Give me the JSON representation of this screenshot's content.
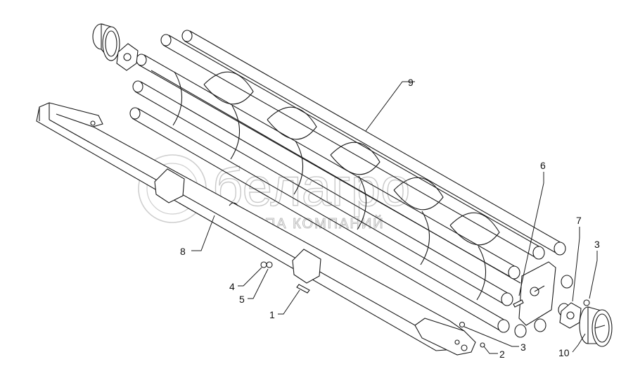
{
  "callouts": [
    {
      "id": "1",
      "text": "1"
    },
    {
      "id": "2",
      "text": "2"
    },
    {
      "id": "3a",
      "text": "3"
    },
    {
      "id": "3b",
      "text": "3"
    },
    {
      "id": "4",
      "text": "4"
    },
    {
      "id": "5",
      "text": "5"
    },
    {
      "id": "6",
      "text": "6"
    },
    {
      "id": "7",
      "text": "7"
    },
    {
      "id": "8",
      "text": "8"
    },
    {
      "id": "9",
      "text": "9"
    },
    {
      "id": "10",
      "text": "10"
    }
  ],
  "watermark": {
    "logo_text": "белагро",
    "subtitle": "ГРУППА КОМПАНИЙ"
  }
}
